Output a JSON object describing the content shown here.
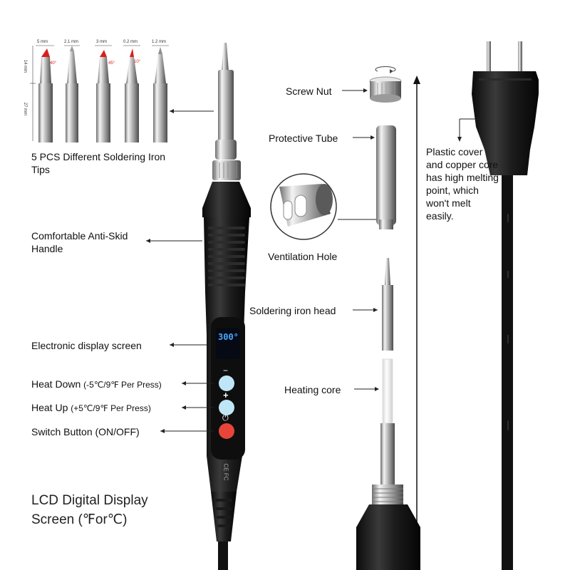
{
  "tips": {
    "title": "5 PCS Different Soldering Iron Tips",
    "widths": [
      "5 mm",
      "2.1 mm",
      "3 mm",
      "0.2 mm",
      "1.2 mm"
    ],
    "angles": [
      "40°",
      "45°",
      "10°"
    ],
    "length_top": "14 mm",
    "length_body": "27 mm"
  },
  "labels": {
    "handle": "Comfortable Anti-Skid Handle",
    "display": "Electronic display screen",
    "heat_down": "Heat Down",
    "heat_down_note": "(-5℃/9℉ Per Press)",
    "heat_up": "Heat Up",
    "heat_up_note": "(+5℃/9℉ Per Press)",
    "switch": "Switch Button (ON/OFF)",
    "lcd_title": "LCD Digital Display Screen (℉or℃)"
  },
  "parts": {
    "screw_nut": "Screw Nut",
    "protective_tube": "Protective Tube",
    "ventilation_hole": "Ventilation Hole",
    "iron_head": "Soldering iron head",
    "heating_core": "Heating core"
  },
  "plug": {
    "note": "Plastic cover and copper core has high melting point, which won't melt easily."
  },
  "device": {
    "lcd_reading": "300°",
    "minus_symbol": "−",
    "plus_symbol": "+",
    "power_symbol": "⏻",
    "marking": "CE FC"
  },
  "colors": {
    "handle": "#1a1a1a",
    "lcd_digits": "#4aa8ff",
    "button_blue": "#bfe6f6",
    "button_red": "#e8453a",
    "tip_red": "#d8201c"
  }
}
